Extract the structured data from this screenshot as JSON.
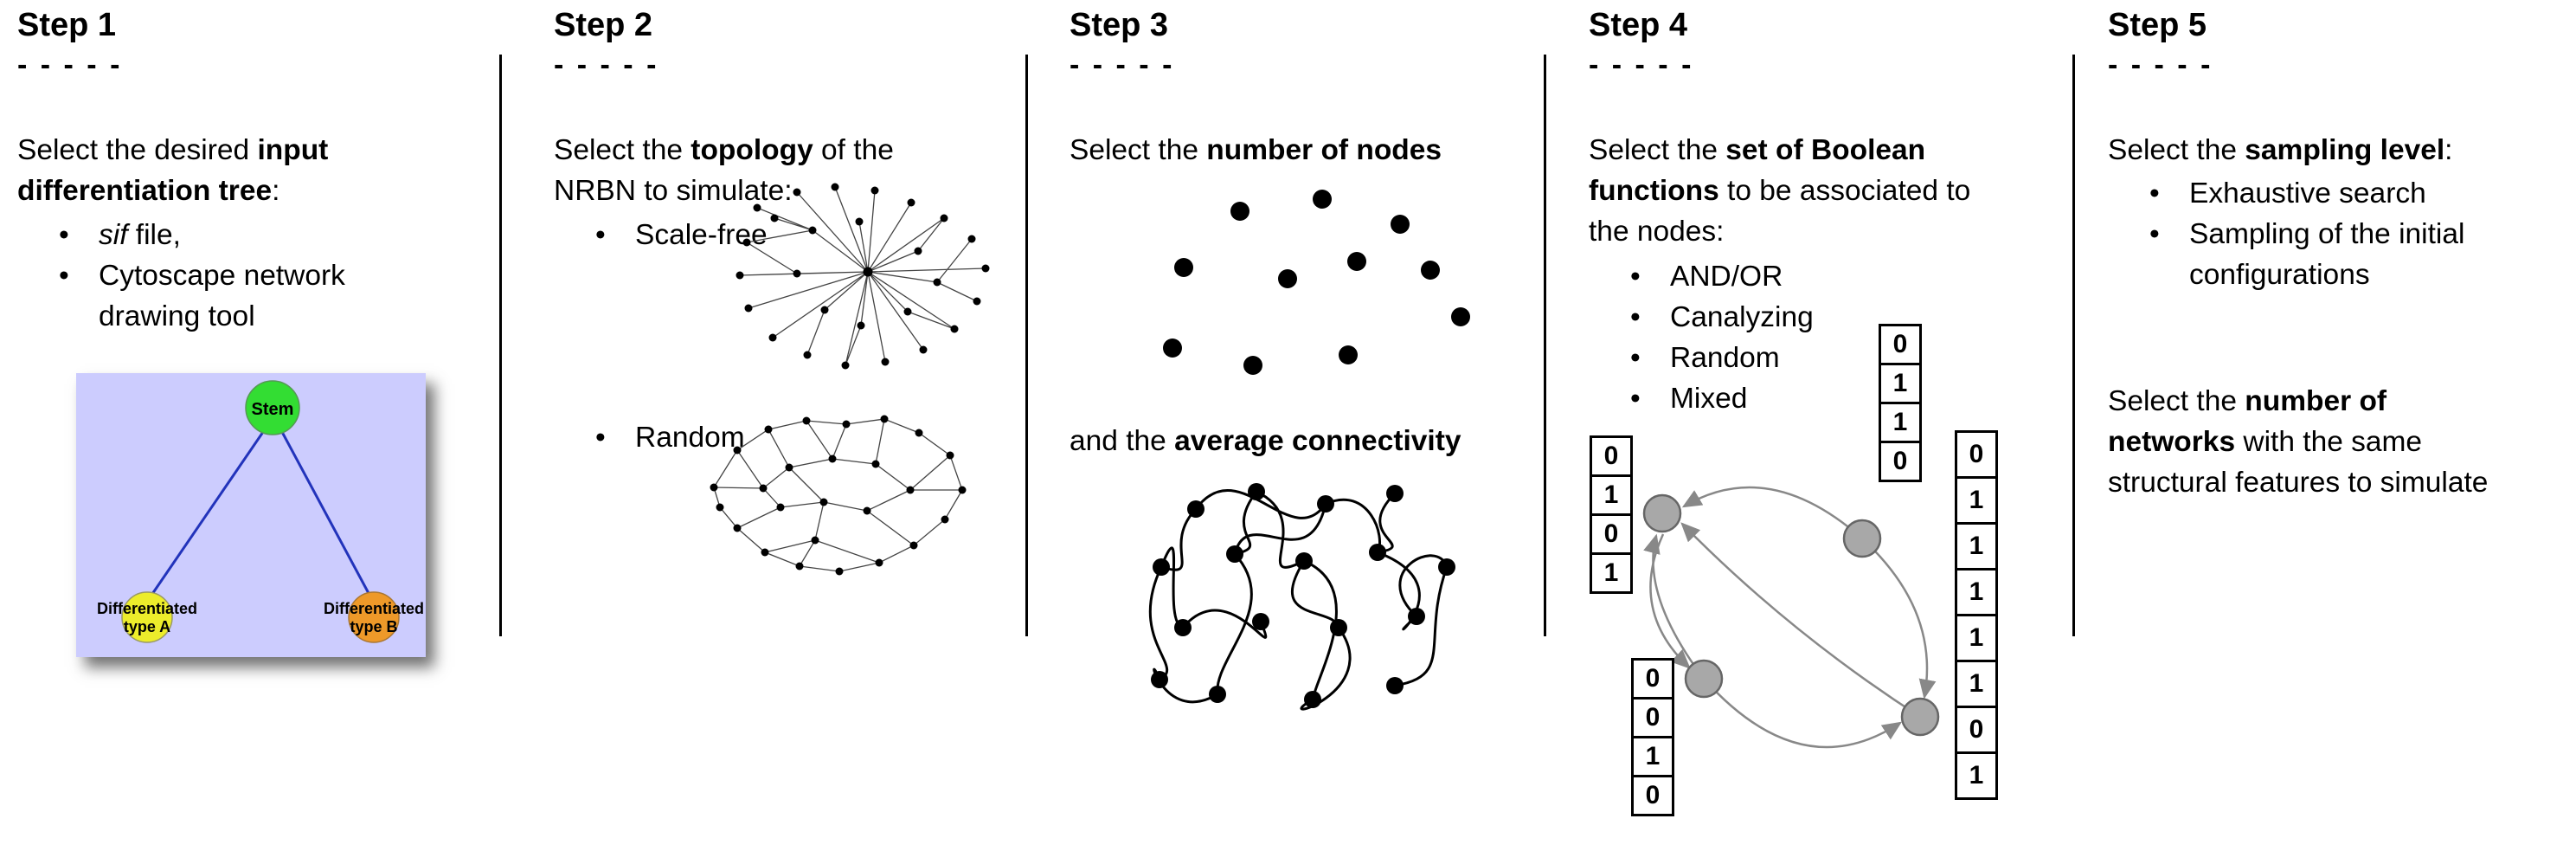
{
  "figure": {
    "divider_color": "#000000"
  },
  "steps": {
    "step1": {
      "title": "Step 1",
      "dashes": "- - - - -",
      "intro_pre": "Select the desired ",
      "intro_bold": "input\ndifferentiation tree",
      "intro_post": ":",
      "bullet1_italic": "sif",
      "bullet1_rest": " file,",
      "bullet2": "Cytoscape network\ndrawing tool",
      "tree": {
        "stem_label": "Stem",
        "type_a_line1": "Differentiated",
        "type_a_line2": "type A",
        "type_b_line1": "Differentiated",
        "type_b_line2": "type B",
        "background_color": "#ccccfe",
        "stem_color": "#33dd33",
        "type_a_color": "#eded2b",
        "type_b_color": "#ee9929",
        "edge_color": "#2233bb"
      }
    },
    "step2": {
      "title": "Step 2",
      "dashes": "- - - - -",
      "intro_pre": "Select the ",
      "intro_bold": "topology",
      "intro_post": " of the\nNRBN to simulate:",
      "bullet1": "Scale-free",
      "bullet2": "Random"
    },
    "step3": {
      "title": "Step 3",
      "dashes": "- - - - -",
      "line1_pre": "Select the ",
      "line1_bold": "number of nodes",
      "line2_pre": "and the ",
      "line2_bold": "average connectivity"
    },
    "step4": {
      "title": "Step 4",
      "dashes": "- - - - -",
      "intro_pre": "Select the ",
      "intro_bold": "set of Boolean\nfunctions",
      "intro_post": " to be associated to\nthe nodes:",
      "bullets": [
        "AND/OR",
        "Canalyzing",
        "Random",
        "Mixed"
      ],
      "node_color": "#a8a8a8",
      "truth_tables": {
        "left": [
          "0",
          "1",
          "0",
          "1"
        ],
        "top": [
          "0",
          "1",
          "1",
          "0"
        ],
        "bottom_left": [
          "0",
          "0",
          "1",
          "0"
        ],
        "right": [
          "0",
          "1",
          "1",
          "1",
          "1",
          "1",
          "0",
          "1"
        ]
      }
    },
    "step5": {
      "title": "Step 5",
      "dashes": "- - - - -",
      "intro_pre": "Select the ",
      "intro_bold": "sampling level",
      "intro_post": ":",
      "bullets": [
        "Exhaustive search",
        "Sampling of the initial\nconfigurations"
      ],
      "para2_pre": "Select the ",
      "para2_bold": "number of\nnetworks",
      "para2_post": " with the same\nstructural features to simulate"
    }
  }
}
